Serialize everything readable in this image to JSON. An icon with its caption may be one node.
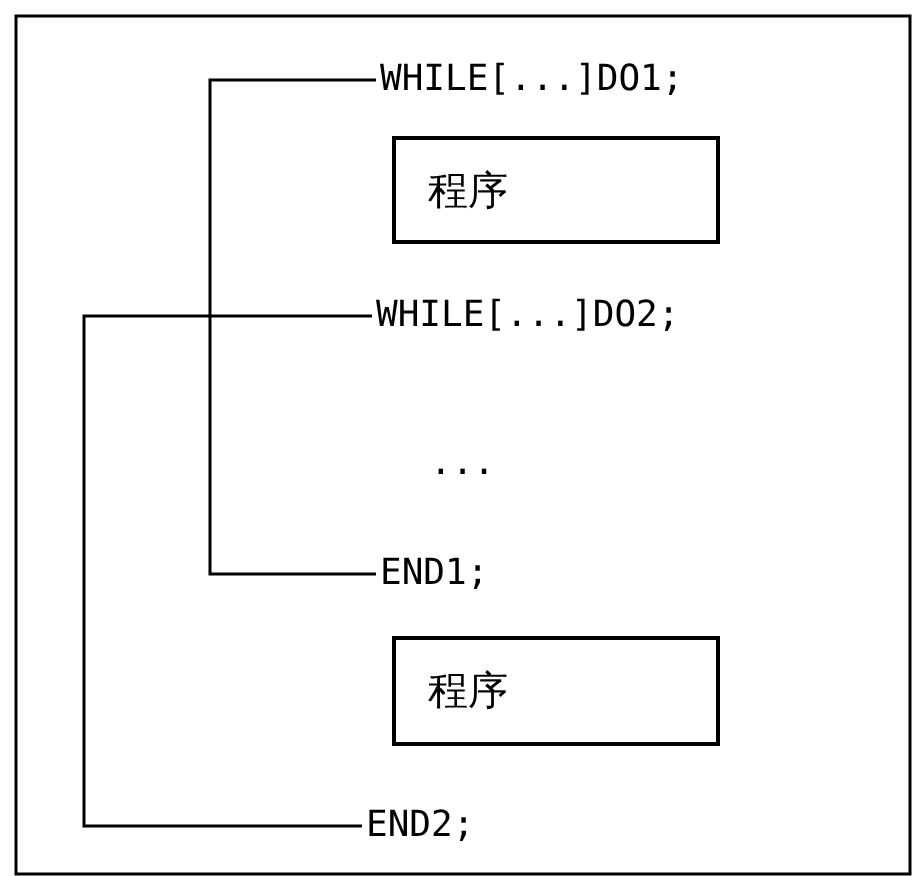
{
  "diagram": {
    "nodes": [
      {
        "text": [
          "WHILE[...]DO1;"
        ]
      },
      {
        "text": [
          "程序"
        ]
      },
      {
        "text": [
          "WHILE[...]DO2;"
        ]
      },
      {
        "text": [
          "END1;"
        ]
      },
      {
        "text": [
          "程序"
        ]
      },
      {
        "text": [
          "END2;"
        ]
      }
    ],
    "edges": [
      {
        "from": 0,
        "to": 3,
        "arrow": "none"
      },
      {
        "from": 2,
        "to": 5,
        "arrow": "none"
      }
    ],
    "labels": [
      "..."
    ]
  }
}
